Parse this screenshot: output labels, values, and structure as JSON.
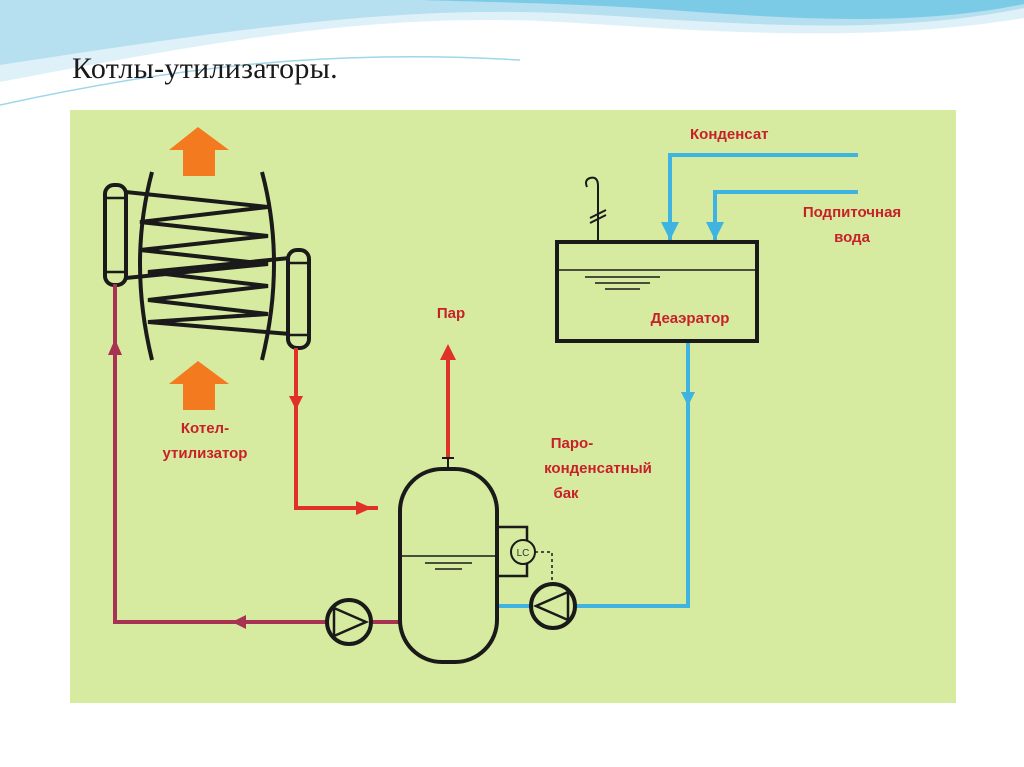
{
  "slide": {
    "title": "Котлы-утилизаторы."
  },
  "diagram": {
    "labels": {
      "condensate": "Конденсат",
      "makeup_water_line1": "Подпиточная",
      "makeup_water_line2": "вода",
      "deaerator": "Деаэратор",
      "steam": "Пар",
      "boiler_line1": "Котел-",
      "boiler_line2": "утилизатор",
      "tank_line1": "Паро-",
      "tank_line2": "конденсатный",
      "tank_line3": "бак",
      "level_controller": "LC"
    },
    "colors": {
      "panel_background": "#d6eb9f",
      "hot_flow": "#e0302a",
      "return_flow": "#a83252",
      "cold_flow": "#3fb4e0",
      "flue_gas_arrow": "#f47a20",
      "outline": "#1a1a1a"
    },
    "icons": [
      "flue-gas-arrow-icon",
      "pump-icon",
      "level-controller-icon",
      "vent-valve-icon"
    ]
  }
}
